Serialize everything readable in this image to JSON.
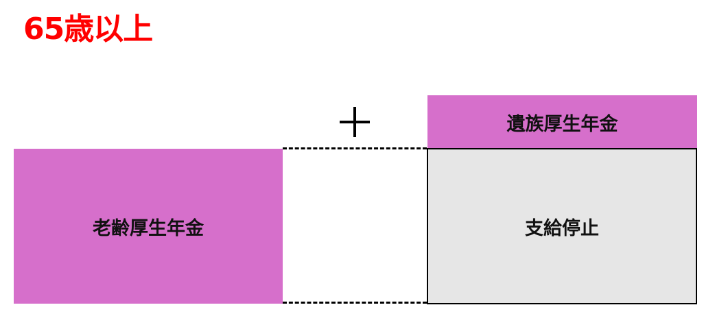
{
  "title": "65歳以上",
  "boxes": {
    "old_age_pension": "老齢厚生年金",
    "survivor_pension": "遺族厚生年金",
    "suspended": "支給停止"
  },
  "colors": {
    "title": "#ff0000",
    "pension": "#d66fcb",
    "suspended": "#e6e6e6"
  }
}
